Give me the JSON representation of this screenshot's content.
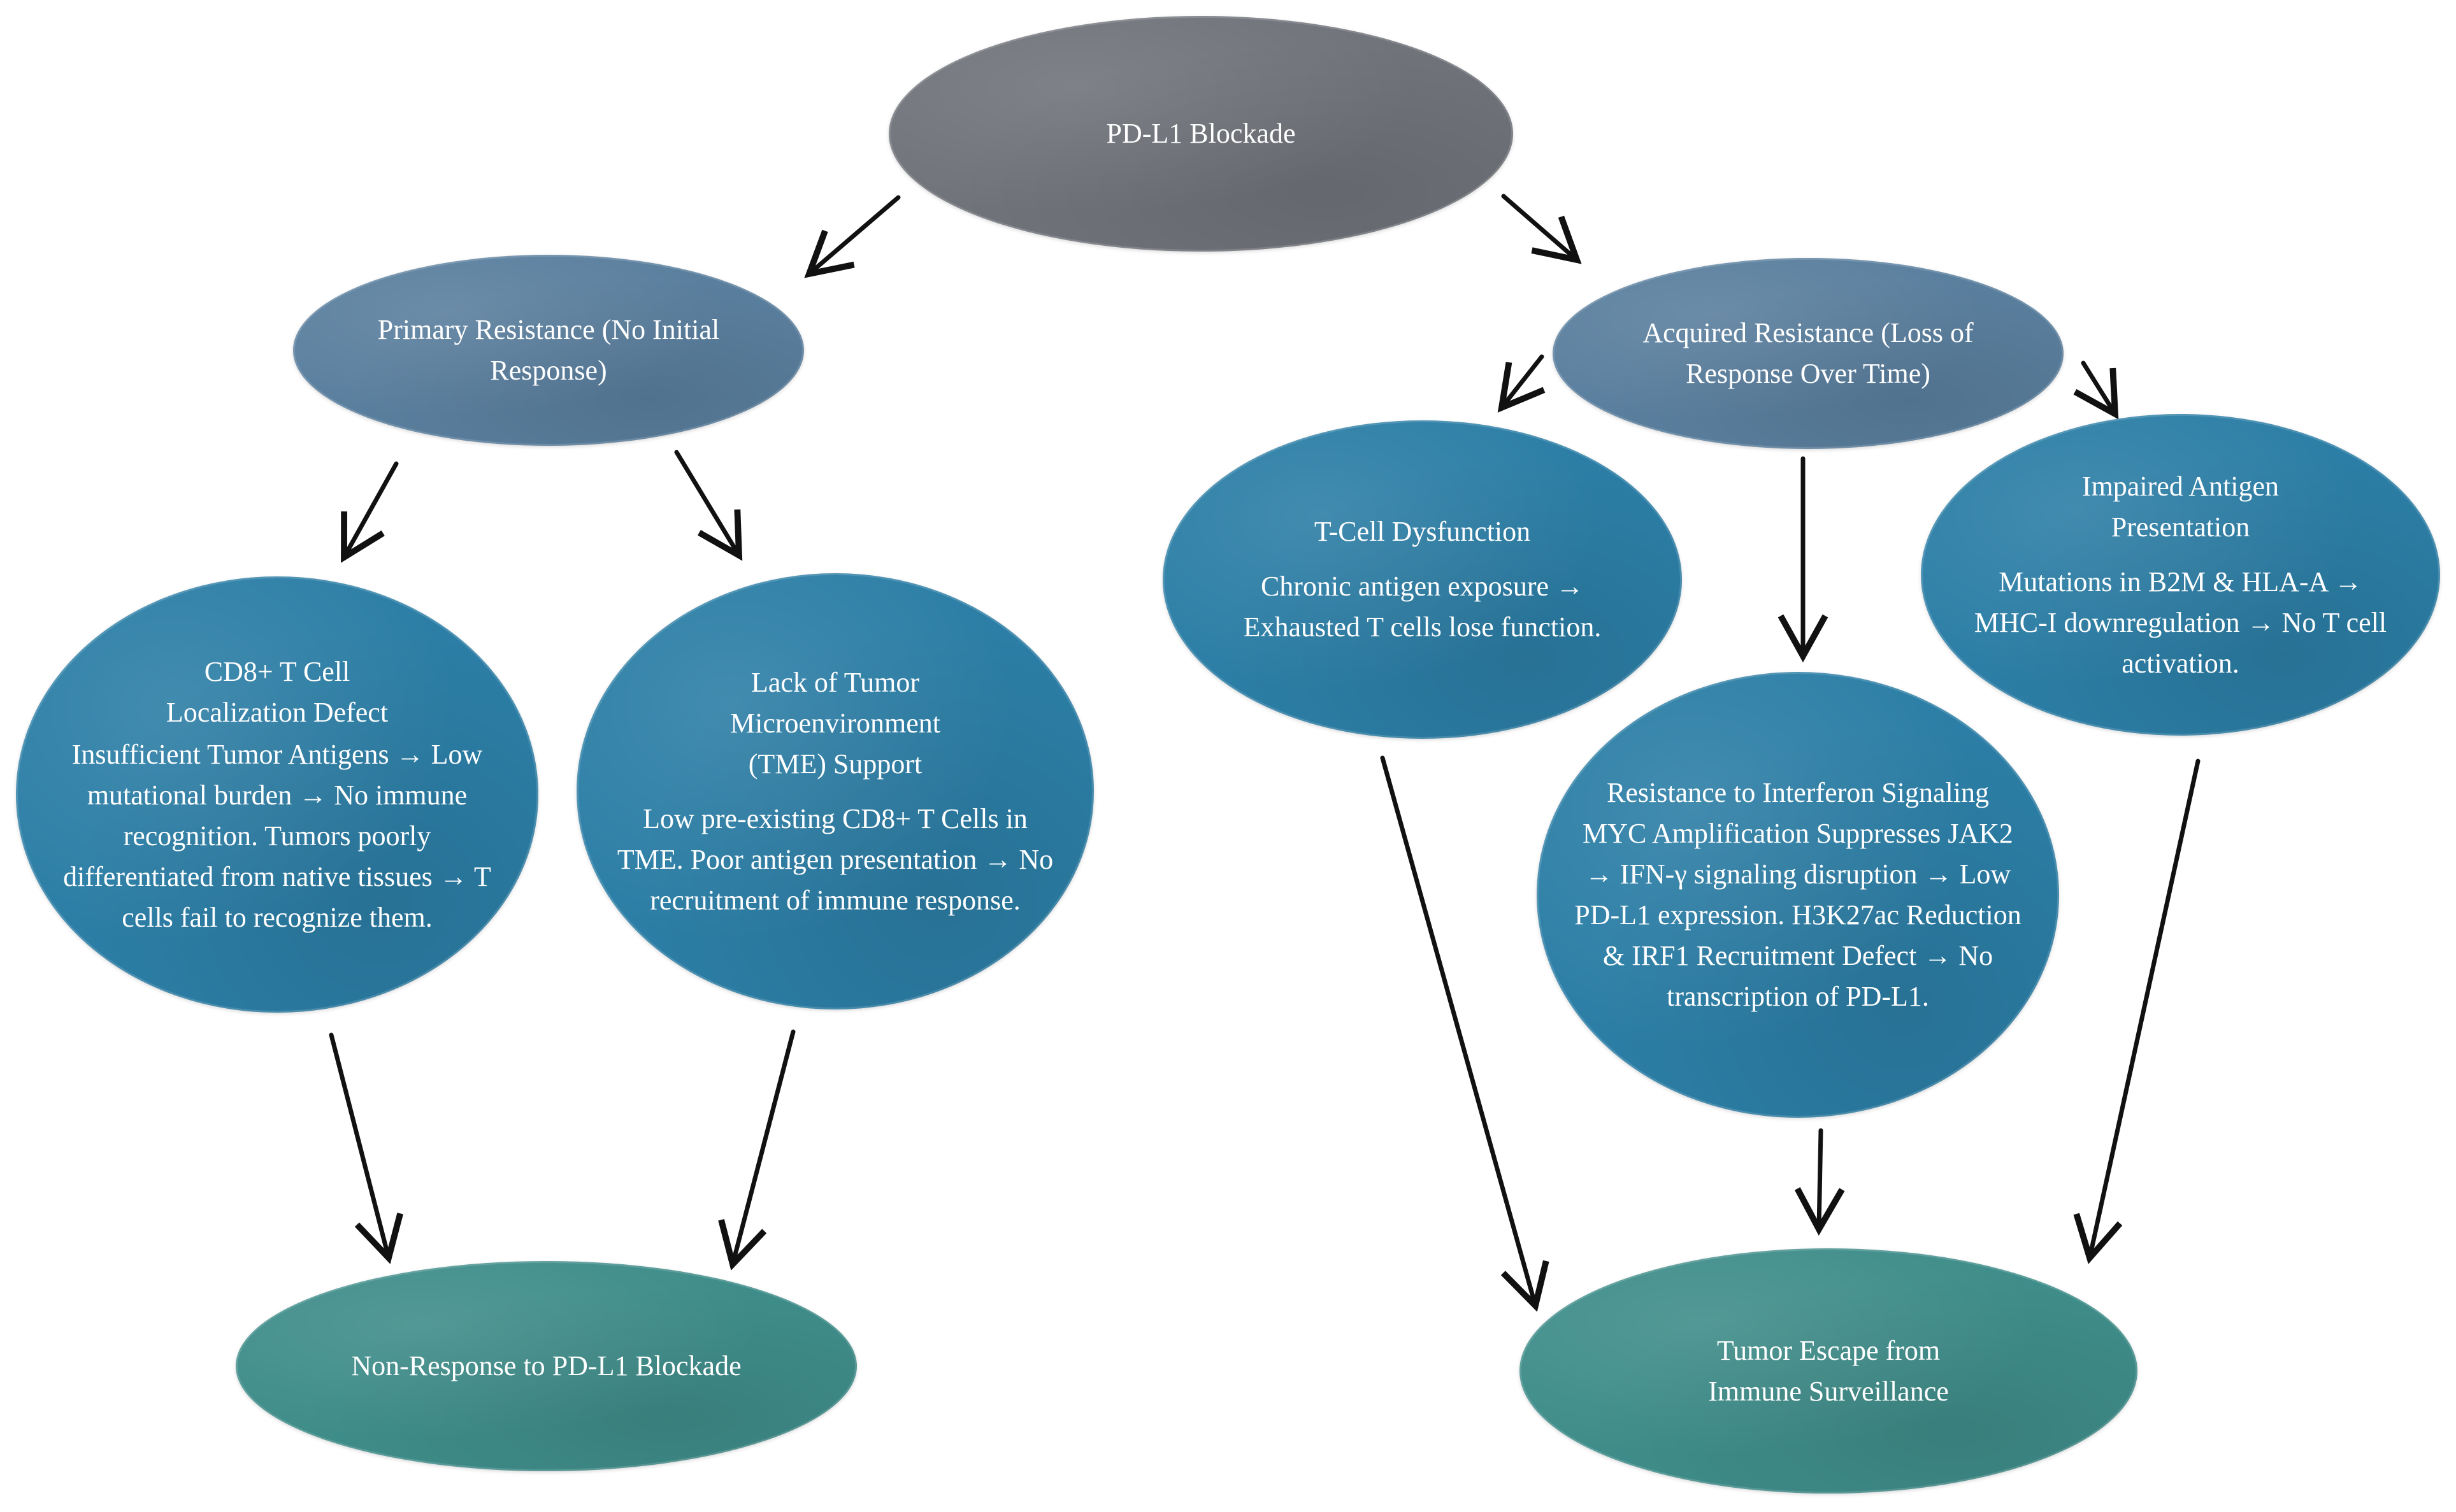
{
  "colors": {
    "root": "#70737a",
    "resistance": "#5a7f9e",
    "mechanism": "#2c7ea6",
    "outcome": "#3f8d8a",
    "arrow": "#111111"
  },
  "nodes": {
    "root": {
      "title": "PD-L1 Blockade"
    },
    "primary": {
      "title": "Primary Resistance (No Initial Response)"
    },
    "acquired": {
      "title": "Acquired Resistance (Loss of Response Over Time)"
    },
    "cd8_localization": {
      "title": "CD8+ T Cell Localization Defect",
      "body": "Insufficient Tumor Antigens → Low mutational burden → No immune recognition. Tumors poorly differentiated from native tissues → T cells fail to recognize them."
    },
    "tme_support": {
      "title": "Lack of Tumor Microenvironment (TME) Support",
      "body": "Low pre-existing CD8+ T Cells in TME. Poor antigen presentation → No recruitment of immune response."
    },
    "tcell_dysfunction": {
      "title": "T-Cell Dysfunction",
      "body": "Chronic antigen exposure → Exhausted T cells lose function."
    },
    "interferon": {
      "title": "Resistance to Interferon Signaling",
      "body": "MYC Amplification Suppresses JAK2 → IFN-γ signaling disruption → Low PD-L1 expression. H3K27ac Reduction & IRF1 Recruitment Defect → No transcription of PD-L1."
    },
    "antigen_presentation": {
      "title": "Impaired Antigen Presentation",
      "body": "Mutations in B2M & HLA-A → MHC-I downregulation → No T cell activation."
    },
    "non_response": {
      "title": "Non-Response to PD-L1 Blockade"
    },
    "tumor_escape": {
      "title": "Tumor Escape from Immune Surveillance"
    }
  }
}
